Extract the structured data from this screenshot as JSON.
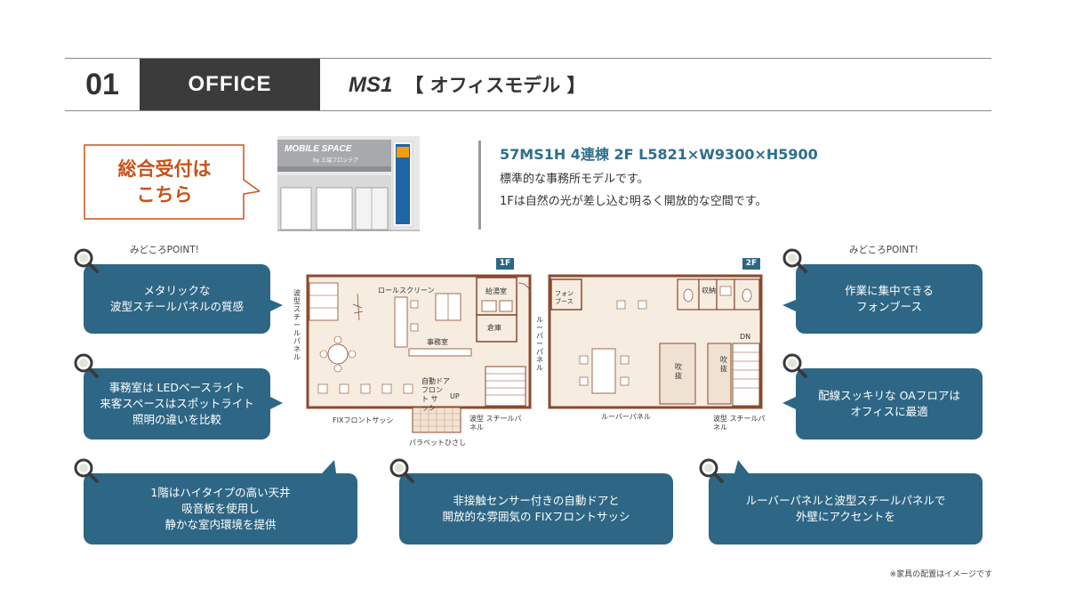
{
  "header": {
    "number": "01",
    "category": "OFFICE",
    "model_code": "MS1",
    "model_name": "【 オフィスモデル 】"
  },
  "reception": {
    "line1": "総合受付は",
    "line2": "こちら"
  },
  "photo": {
    "sign_text": "MOBILE SPACE",
    "sign_sub": "by 三協フロンテア"
  },
  "spec": {
    "title": "57MS1H 4連棟 2F L5821×W9300×H5900",
    "desc1": "標準的な事務所モデルです。",
    "desc2": "1Fは自然の光が差し込む明るく開放的な空間です。"
  },
  "points": {
    "left_label": "みどころPOINT!",
    "right_label": "みどころPOINT!"
  },
  "bubbles": {
    "b1": [
      "メタリックな",
      "波型スチールパネルの質感"
    ],
    "b2": [
      "事務室は LEDベースライト",
      "来客スペースはスポットライト",
      "照明の違いを比較"
    ],
    "b3": [
      "1階はハイタイプの高い天井",
      "吸音板を使用し",
      "静かな室内環境を提供"
    ],
    "b4": [
      "非接触センサー付きの自動ドアと",
      "開放的な雰囲気の FIXフロントサッシ"
    ],
    "b5": [
      "ルーバーパネルと波型スチールパネルで",
      "外壁にアクセントを"
    ],
    "b6": [
      "作業に集中できる",
      "フォンブース"
    ],
    "b7": [
      "配線スッキリな OAフロアは",
      "オフィスに最適"
    ]
  },
  "floorplan": {
    "f1": {
      "tag": "1F",
      "roll_screen": "ロールスクリーン",
      "kitchen": "給湯室",
      "storage": "倉庫",
      "office": "事務室",
      "wave_panel_side": "波型スチールパネル",
      "auto_door": "自動ドア",
      "front_sash": "フロント サッシ",
      "up": "UP",
      "fix_sash": "FIXフロントサッシ",
      "wave_panel_bottom": "波型 スチールパネル",
      "parapet": "パラペットひさし"
    },
    "f2": {
      "tag": "2F",
      "phone_booth": "フォン ブース",
      "storage2": "収納",
      "dn": "DN",
      "void1": "吹抜",
      "void2": "吹抜",
      "louver_side": "ルーバーパネル",
      "louver_bottom": "ルーバーパネル",
      "wave_panel_bottom": "波型 スチールパネル"
    }
  },
  "footer_note": "※家具の配置はイメージです",
  "colors": {
    "accent_blue": "#2e6785",
    "header_dark": "#3b3b3b",
    "reception_orange": "#c8541a",
    "wall_brown": "#8a4a2e",
    "floor_beige": "#f7ece0"
  }
}
